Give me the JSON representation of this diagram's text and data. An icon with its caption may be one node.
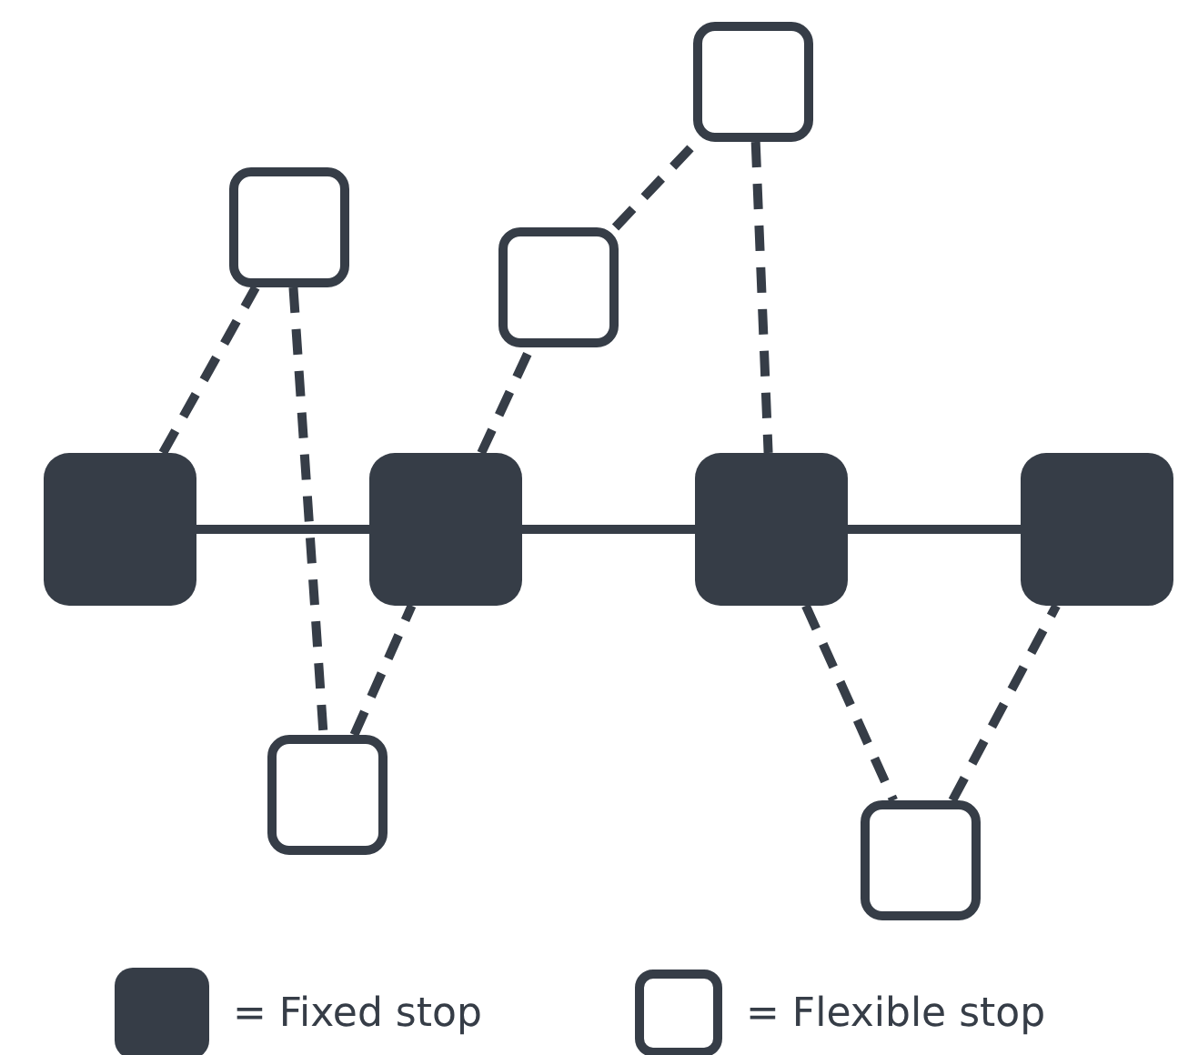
{
  "diagram": {
    "nodes": [
      {
        "text": [],
        "shape": "box"
      },
      {
        "text": [],
        "shape": "box"
      },
      {
        "text": [],
        "shape": "box"
      },
      {
        "text": [],
        "shape": "block"
      },
      {
        "text": [],
        "shape": "block"
      },
      {
        "text": [],
        "shape": "block"
      },
      {
        "text": [],
        "shape": "block"
      },
      {
        "text": [],
        "shape": "box"
      },
      {
        "text": [],
        "shape": "box"
      }
    ],
    "edges": [
      {
        "from": 3,
        "to": 4,
        "arrow": "none"
      },
      {
        "from": 4,
        "to": 5,
        "arrow": "none"
      },
      {
        "from": 5,
        "to": 6,
        "arrow": "none"
      },
      {
        "from": 3,
        "to": 1,
        "arrow": "none",
        "style": "dashed"
      },
      {
        "from": 1,
        "to": 7,
        "arrow": "none",
        "style": "dashed"
      },
      {
        "from": 7,
        "to": 4,
        "arrow": "none",
        "style": "dashed"
      },
      {
        "from": 4,
        "to": 2,
        "arrow": "none",
        "style": "dashed"
      },
      {
        "from": 2,
        "to": 0,
        "arrow": "none",
        "style": "dashed"
      },
      {
        "from": 0,
        "to": 5,
        "arrow": "none",
        "style": "dashed"
      },
      {
        "from": 5,
        "to": 8,
        "arrow": "none",
        "style": "dashed"
      },
      {
        "from": 8,
        "to": 6,
        "arrow": "none",
        "style": "dashed"
      }
    ],
    "legend": [
      {
        "text": "= Fixed stop"
      },
      {
        "text": "= Flexible stop"
      }
    ]
  }
}
